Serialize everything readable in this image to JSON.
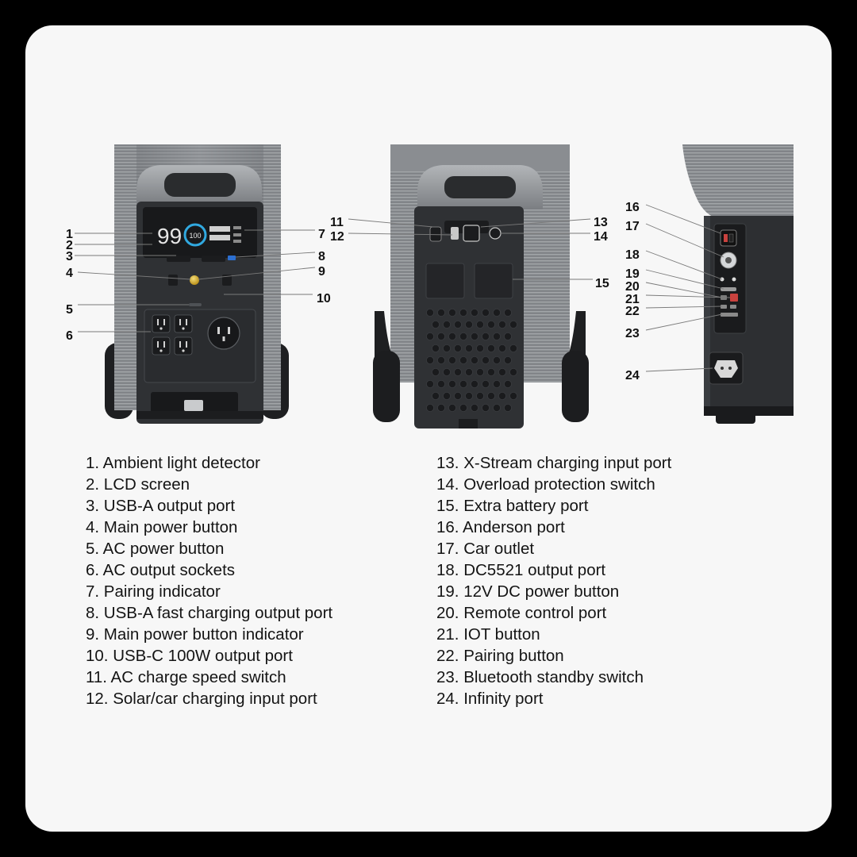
{
  "lcd": {
    "big_number": "99",
    "ring_number": "100"
  },
  "callouts": [
    "1",
    "2",
    "3",
    "4",
    "5",
    "6",
    "7",
    "8",
    "9",
    "10",
    "11",
    "12",
    "13",
    "14",
    "15",
    "16",
    "17",
    "18",
    "19",
    "20",
    "21",
    "22",
    "23",
    "24"
  ],
  "legend_left": [
    "1.  Ambient light detector",
    "2.  LCD screen",
    "3.  USB-A output port",
    "4.  Main power button",
    "5.  AC power button",
    "6.  AC output sockets",
    "7.  Pairing indicator",
    "8.  USB-A fast charging output port",
    "9.  Main power button indicator",
    "10.  USB-C 100W output port",
    "11.   AC charge speed switch",
    "12.  Solar/car charging input port"
  ],
  "legend_right": [
    "13.  X-Stream charging input port",
    "14.  Overload protection switch",
    "15.  Extra battery port",
    "16.  Anderson port",
    "17.  Car outlet",
    "18.  DC5521 output port",
    "19.  12V DC power button",
    "20.  Remote control port",
    "21.   IOT button",
    "22.  Pairing button",
    "23.  Bluetooth standby switch",
    "24.  Infinity port"
  ],
  "colors": {
    "frame": "#000000",
    "card": "#f7f7f7",
    "body_dark": "#2e3033",
    "body_mid": "#4a4d51",
    "body_light": "#8d9094",
    "lcd_text": "#e6e6e6",
    "ring": "#31a9e0",
    "power_button": "#d9b23a"
  }
}
